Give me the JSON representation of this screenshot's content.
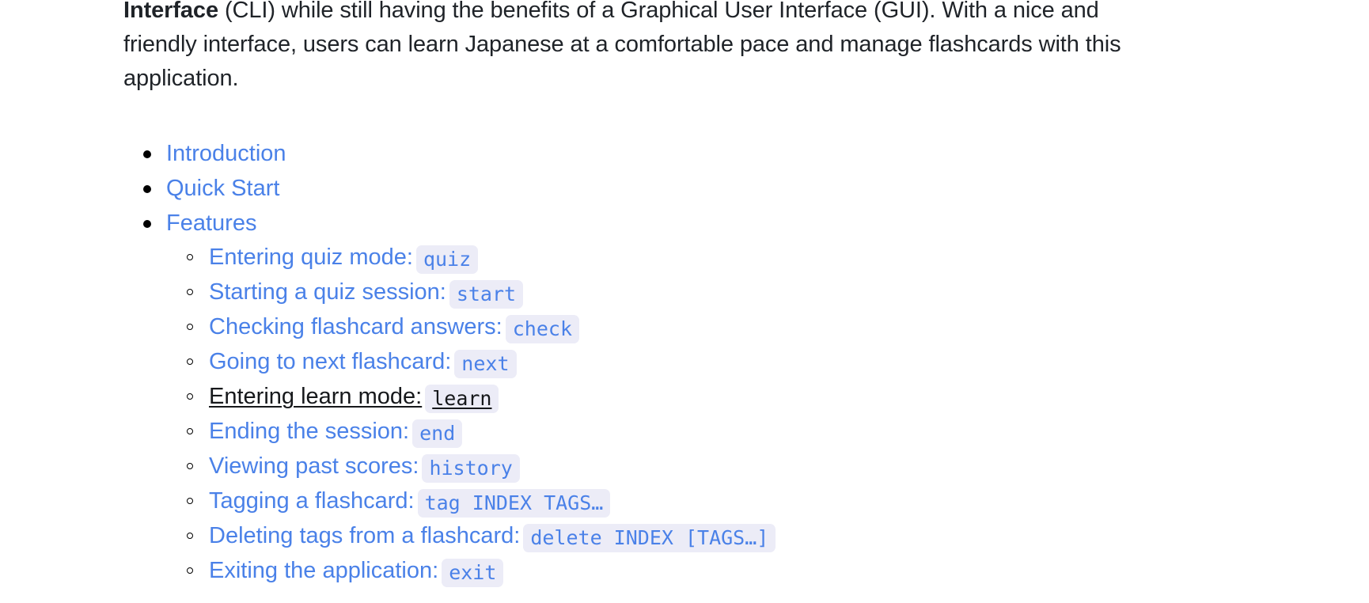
{
  "colors": {
    "link": "#4a81e8",
    "text": "#1f2328",
    "hovered_link": "#16181b",
    "code_background": "#ececf7",
    "page_background": "#ffffff",
    "bullet": "#000000"
  },
  "intro": {
    "bold_lead": "Interface",
    "rest": " (CLI) while still having the benefits of a Graphical User Interface (GUI). With a nice and friendly interface, users can learn Japanese at a comfortable pace and manage flashcards with this application."
  },
  "toc": {
    "items": [
      {
        "label": "Introduction",
        "code": ""
      },
      {
        "label": "Quick Start",
        "code": ""
      },
      {
        "label": "Features",
        "code": ""
      }
    ],
    "features": [
      {
        "label": "Entering quiz mode:",
        "code": "quiz",
        "hovered": false
      },
      {
        "label": "Starting a quiz session:",
        "code": "start",
        "hovered": false
      },
      {
        "label": "Checking flashcard answers:",
        "code": "check",
        "hovered": false
      },
      {
        "label": "Going to next flashcard:",
        "code": "next",
        "hovered": false
      },
      {
        "label": "Entering learn mode:",
        "code": "learn",
        "hovered": true
      },
      {
        "label": "Ending the session:",
        "code": "end",
        "hovered": false
      },
      {
        "label": "Viewing past scores:",
        "code": "history",
        "hovered": false
      },
      {
        "label": "Tagging a flashcard:",
        "code": "tag INDEX TAGS…",
        "hovered": false
      },
      {
        "label": "Deleting tags from a flashcard:",
        "code": "delete INDEX [TAGS…]",
        "hovered": false
      },
      {
        "label": "Exiting the application:",
        "code": "exit",
        "hovered": false
      }
    ]
  }
}
